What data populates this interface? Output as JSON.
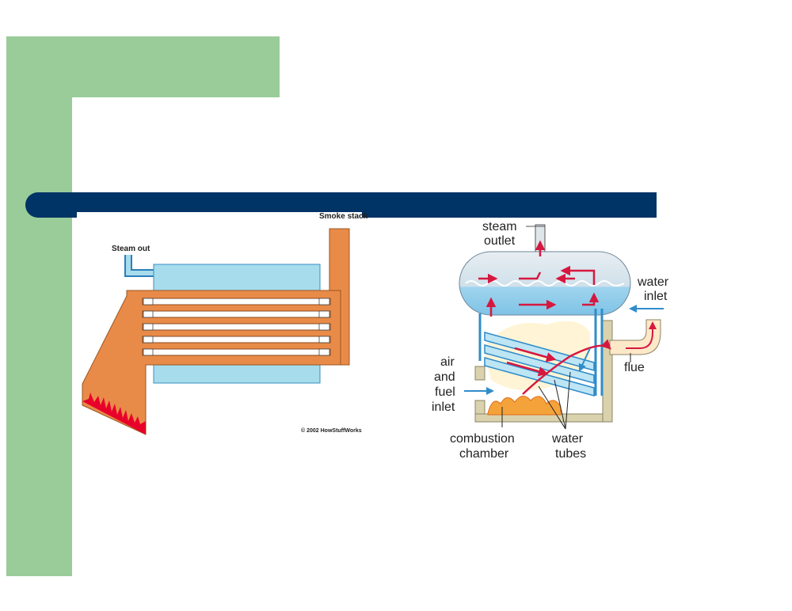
{
  "left_diagram": {
    "steam_out_label": "Steam out",
    "smoke_stack_label": "Smoke stack",
    "copyright": "© 2002 HowStuffWorks"
  },
  "right_diagram": {
    "steam_outlet_label": [
      "steam",
      "outlet"
    ],
    "water_inlet_label": [
      "water",
      "inlet"
    ],
    "flue_label": "flue",
    "air_fuel_inlet_label": [
      "air",
      "and",
      "fuel",
      "inlet"
    ],
    "combustion_chamber_label": [
      "combustion",
      "chamber"
    ],
    "water_tubes_label": [
      "water",
      "tubes"
    ]
  },
  "colors": {
    "background_green": "#99cc99",
    "title_bar": "#003366",
    "fire_tube_orange": "#e98b48",
    "water_light_blue": "#a6dcec",
    "flame_red": "#e8002a",
    "arrow_red": "#d6183f",
    "flow_blue": "#2f8ccc"
  }
}
